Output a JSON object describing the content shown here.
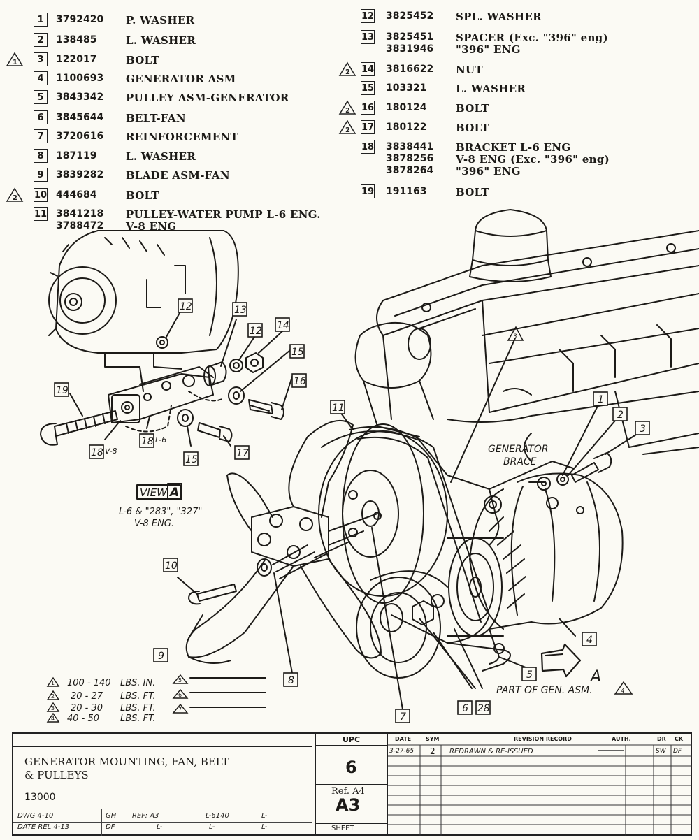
{
  "parts_left": [
    {
      "no": "1",
      "part": "3792420",
      "desc": "P. WASHER",
      "torque": ""
    },
    {
      "no": "2",
      "part": "138485",
      "desc": "L. WASHER",
      "torque": ""
    },
    {
      "no": "3",
      "part": "122017",
      "desc": "BOLT",
      "torque": "1"
    },
    {
      "no": "4",
      "part": "1100693",
      "desc": "GENERATOR ASM",
      "torque": ""
    },
    {
      "no": "5",
      "part": "3843342",
      "desc": "PULLEY ASM-GENERATOR",
      "torque": ""
    },
    {
      "no": "6",
      "part": "3845644",
      "desc": "BELT-FAN",
      "torque": ""
    },
    {
      "no": "7",
      "part": "3720616",
      "desc": "REINFORCEMENT",
      "torque": ""
    },
    {
      "no": "8",
      "part": "187119",
      "desc": "L. WASHER",
      "torque": ""
    },
    {
      "no": "9",
      "part": "3839282",
      "desc": "BLADE ASM-FAN",
      "torque": ""
    },
    {
      "no": "10",
      "part": "444684",
      "desc": "BOLT",
      "torque": "2"
    },
    {
      "no": "11",
      "part": "3841218",
      "part2": "3788472",
      "desc": "PULLEY-WATER PUMP L-6 ENG.",
      "desc2": "V-8 ENG",
      "torque": ""
    }
  ],
  "parts_right": [
    {
      "no": "12",
      "part": "3825452",
      "desc": "SPL. WASHER",
      "torque": ""
    },
    {
      "no": "13",
      "part": "3825451",
      "part2": "3831946",
      "desc": "SPACER (Exc. \"396\" eng)",
      "desc2": "\"396\" ENG",
      "torque": ""
    },
    {
      "no": "14",
      "part": "3816622",
      "desc": "NUT",
      "torque": "2"
    },
    {
      "no": "15",
      "part": "103321",
      "desc": "L. WASHER",
      "torque": ""
    },
    {
      "no": "16",
      "part": "180124",
      "desc": "BOLT",
      "torque": "2"
    },
    {
      "no": "17",
      "part": "180122",
      "desc": "BOLT",
      "torque": "2"
    },
    {
      "no": "18",
      "part": "3838441",
      "part2": "3878256",
      "part3": "3878264",
      "desc": "BRACKET L-6 ENG",
      "desc2": "V-8 ENG (Exc. \"396\" eng)",
      "desc3": "\"396\" ENG",
      "torque": ""
    },
    {
      "no": "19",
      "part": "191163",
      "desc": "BOLT",
      "torque": ""
    }
  ],
  "callouts": {
    "c1": "1",
    "c2": "2",
    "c3": "3",
    "c4": "4",
    "c5": "5",
    "c6": "6",
    "c7": "7",
    "c8": "8",
    "c9": "9",
    "c10": "10",
    "c11": "11",
    "c12a": "12",
    "c12b": "12",
    "c13": "13",
    "c14": "14",
    "c15a": "15",
    "c15b": "15",
    "c16": "16",
    "c17": "17",
    "c18v8": "18",
    "c18l6": "18",
    "c19": "19",
    "c28": "28",
    "t3": "3",
    "t4": "4"
  },
  "labels": {
    "v8": "V-8",
    "l6": "L-6",
    "generator_brace_1": "GENERATOR",
    "generator_brace_2": "BRACE",
    "view": "VIEW",
    "view_letter": "A",
    "view_note_1": "L-6 & \"283\", \"327\"",
    "view_note_2": "V-8 ENG.",
    "part_of_gen": "PART OF GEN. ASM.",
    "arrow_letter": "A"
  },
  "torque_legend": [
    {
      "sym": "1",
      "value": "100 - 140",
      "unit": "LBS. IN."
    },
    {
      "sym": "2",
      "value": "20 - 27",
      "unit": "LBS. FT."
    },
    {
      "sym": "3",
      "value": "20 - 30",
      "unit": "LBS. FT."
    },
    {
      "sym": "4",
      "value": "40 - 50",
      "unit": "LBS. FT."
    }
  ],
  "torque_legend_right": [
    "5",
    "6",
    "7"
  ],
  "title_block": {
    "title_line1": "GENERATOR MOUNTING, FAN, BELT",
    "title_line2": "& PULLEYS",
    "group_no": "13000",
    "upc_label": "UPC",
    "upc_value": "6",
    "ref_label": "Ref. A4",
    "ref_value": "A3",
    "sheet_label": "SHEET",
    "col_date": "DATE",
    "col_sym": "SYM",
    "col_rev": "REVISION RECORD",
    "col_auth": "AUTH.",
    "col_dr": "DR",
    "col_ck": "CK",
    "rev_date": "3-27-65",
    "rev_sym": "2",
    "rev_text": "REDRAWN & RE-ISSUED",
    "rev_dr": "SW",
    "rev_ck": "DF",
    "dwg": "DWG 4-10",
    "date_rel": "DATE REL 4-13",
    "gh": "GH",
    "df": "DF",
    "ref_a3": "REF: A3",
    "l6140": "L-6140",
    "l1": "L-",
    "l2": "L-",
    "l3": "L-",
    "l4": "L-"
  }
}
